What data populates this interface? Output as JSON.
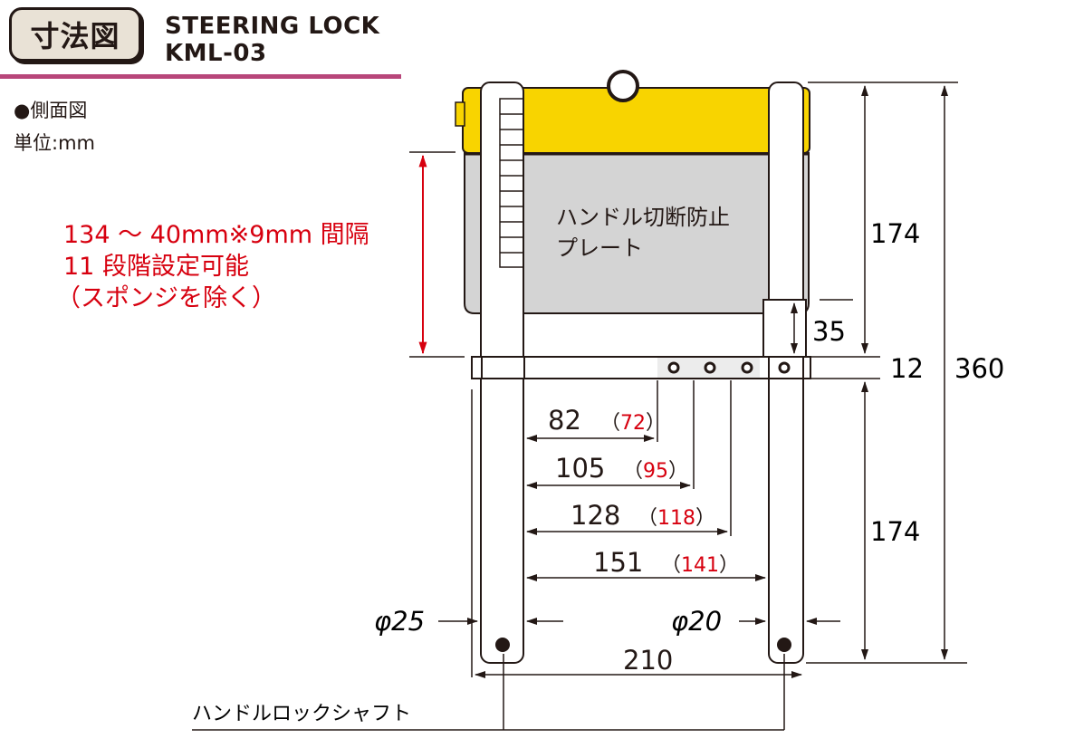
{
  "header": {
    "badge": "寸法図",
    "product_name": "STEERING LOCK",
    "model": "KML-03"
  },
  "info": {
    "view": "●側面図",
    "unit": "単位:mm"
  },
  "note": {
    "line1": "134 ～ 40mm※9mm 間隔",
    "line2": "11 段階設定可能",
    "line3": "（スポンジを除く）"
  },
  "plate_label": {
    "line1": "ハンドル切断防止",
    "line2": "プレート"
  },
  "dims": {
    "upper": "174",
    "gap": "35",
    "bar": "12",
    "total": "360",
    "lower": "174",
    "width": "210",
    "d1": "82",
    "d1_alt": "72",
    "d2": "105",
    "d2_alt": "95",
    "d3": "128",
    "d3_alt": "118",
    "d4": "151",
    "d4_alt": "141",
    "phi_left": "φ25",
    "phi_right": "φ20"
  },
  "shaft_label": "ハンドルロックシャフト",
  "colors": {
    "yellow": "#f8d400",
    "plate": "#d4d4d4",
    "red": "#d7000f",
    "line": "#231815",
    "accent": "#b8467a"
  }
}
